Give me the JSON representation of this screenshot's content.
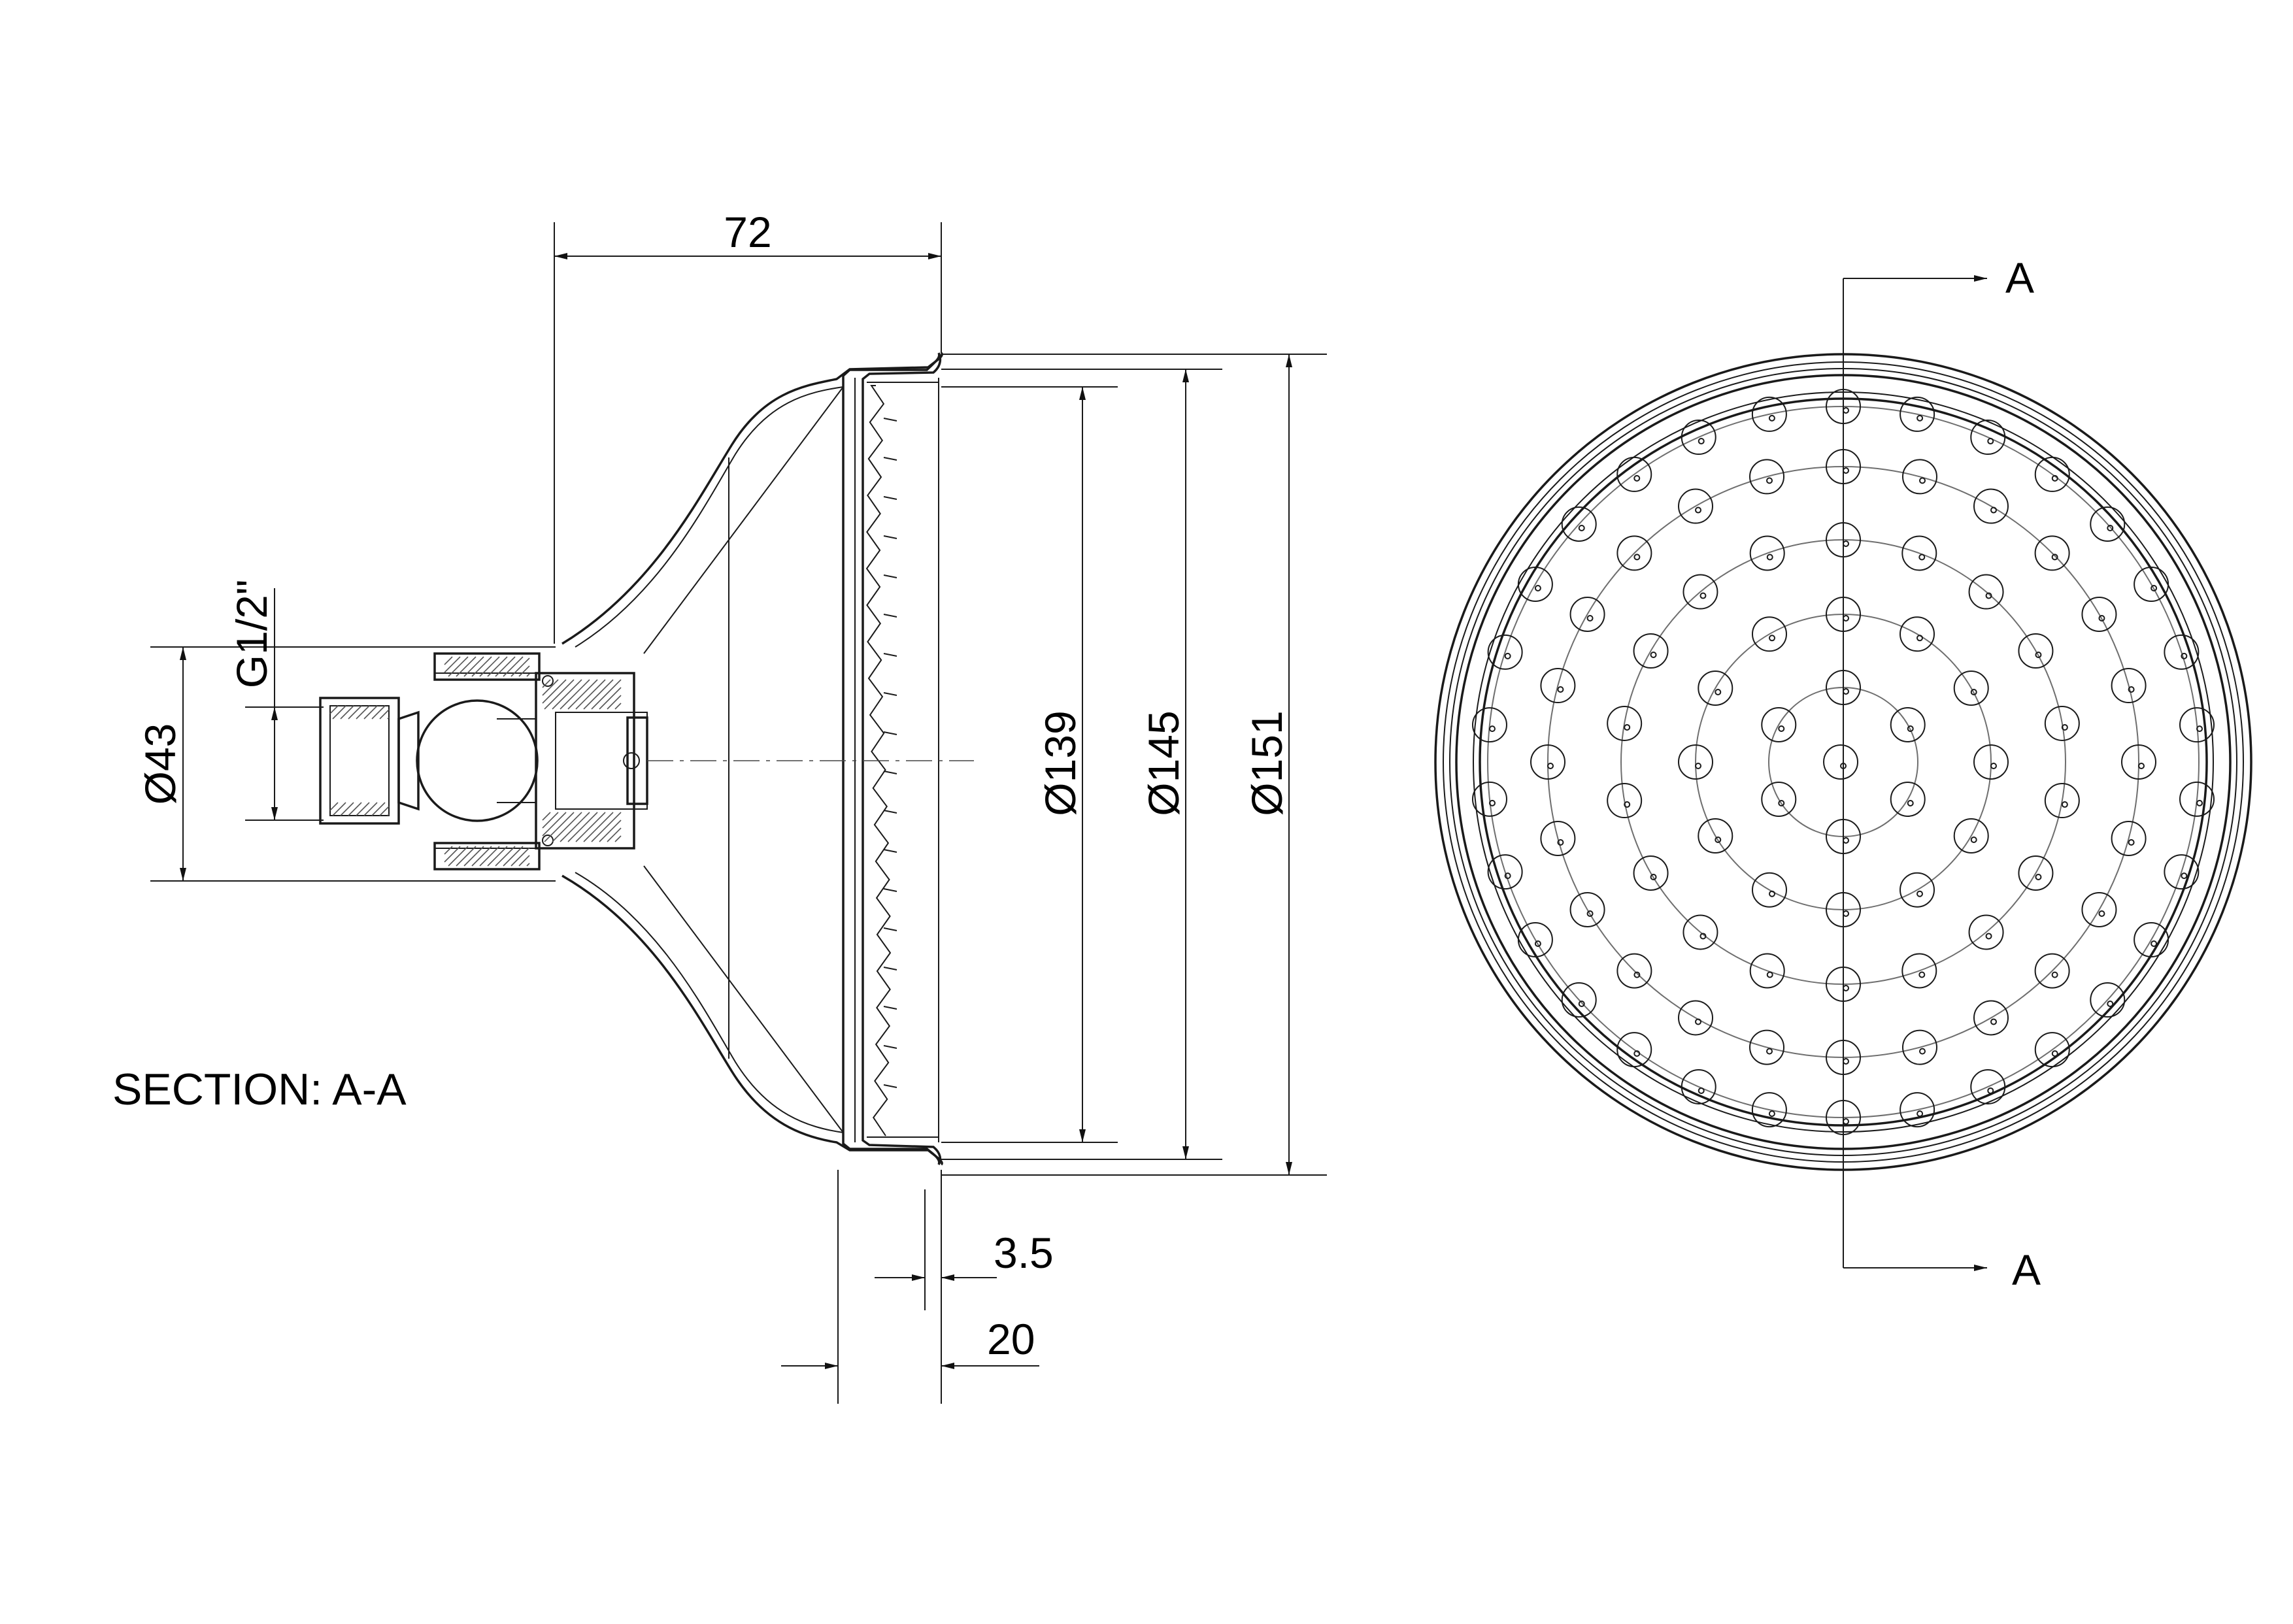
{
  "dimensions": {
    "length": "72",
    "connector_diameter": "Ø43",
    "thread": "G1/2\"",
    "face_diameter_inner": "Ø139",
    "face_diameter_mid": "Ø145",
    "face_diameter_outer": "Ø151",
    "rim_thickness": "3.5",
    "rim_depth": "20"
  },
  "section": {
    "title": "SECTION: A-A",
    "marker_top": "A",
    "marker_bottom": "A"
  },
  "face_view": {
    "center_nozzles": 1,
    "rings": [
      {
        "nozzles": 6
      },
      {
        "nozzles": 12
      },
      {
        "nozzles": 18
      },
      {
        "nozzles": 24
      },
      {
        "nozzles": 30
      }
    ]
  }
}
